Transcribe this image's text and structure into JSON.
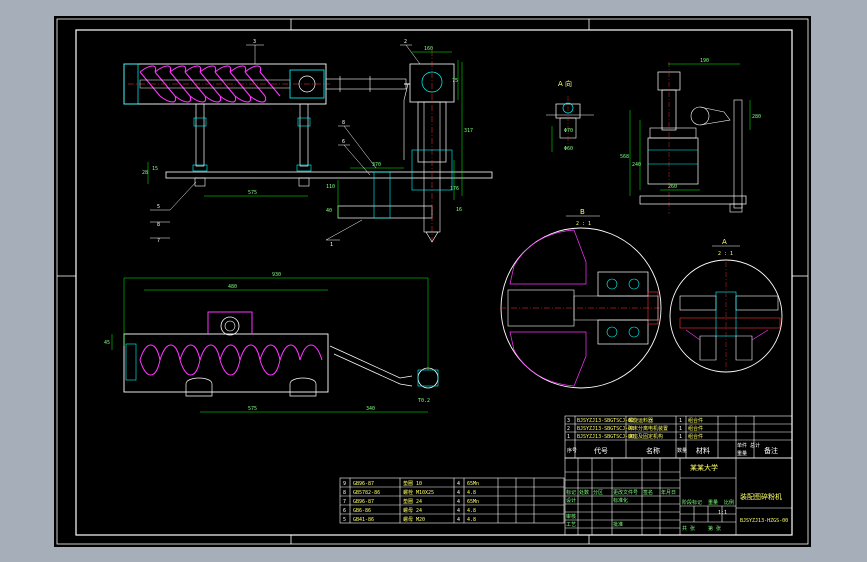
{
  "drawing": {
    "background": "#000000",
    "frame_color": "#ffffff",
    "dim_color": "#00ff00",
    "part_color": "#00ffff",
    "spring_color": "#ff00ff",
    "center_color": "#ff3333"
  },
  "main_view": {
    "balloons": [
      "3",
      "2",
      "6",
      "8",
      "5",
      "8",
      "7",
      "1"
    ],
    "dims": {
      "top_width": "160",
      "motor_h": "75",
      "shaft_h": "317",
      "base_len": "575",
      "rail_len": "370",
      "h1": "28",
      "h2": "15",
      "h3": "110",
      "h4": "40",
      "h5": "176",
      "side_gap": "16"
    }
  },
  "direction_label": "A 向",
  "a_view": {
    "dims": [
      "Φ70",
      "Φ60"
    ]
  },
  "right_view": {
    "dims": [
      "190",
      "280",
      "240",
      "568",
      "260"
    ]
  },
  "plan_view": {
    "dims": [
      "930",
      "480",
      "575",
      "340",
      "45",
      "T0.2"
    ]
  },
  "detail_views": [
    {
      "label": "B",
      "scale": "2 : 1"
    },
    {
      "label": "A",
      "scale": "2 : 1"
    }
  ],
  "parts_list_top": {
    "rows": [
      {
        "no": "3",
        "code": "BJSYZJ13-SBGTSCJ-02",
        "name": "螺旋运料器",
        "qty": "1",
        "material": "组合件"
      },
      {
        "no": "2",
        "code": "BJSYZJ13-SBGTSCJ-03",
        "name": "碎末分离电机装置",
        "qty": "1",
        "material": "组合件"
      },
      {
        "no": "1",
        "code": "BJSYZJ13-SBGTSCJ-00",
        "name": "底座及固定机构",
        "qty": "1",
        "material": "组合件"
      }
    ]
  },
  "parts_header": {
    "no": "序号",
    "code": "代号",
    "name": "名称",
    "qty": "数量",
    "material": "材料",
    "unit_weight": "单件 总计",
    "weight": "重量",
    "remark": "备注"
  },
  "parts_list_bottom": {
    "rows": [
      {
        "no": "9",
        "code": "GB96-87",
        "name": "垫圈 10",
        "qty": "4",
        "material": "65Mn"
      },
      {
        "no": "8",
        "code": "GB5782-86",
        "name": "螺栓 M10X25",
        "qty": "4",
        "material": "4.8"
      },
      {
        "no": "7",
        "code": "GB96-87",
        "name": "垫圈 24",
        "qty": "4",
        "material": "65Mn"
      },
      {
        "no": "6",
        "code": "GB6-86",
        "name": "螺母 24",
        "qty": "4",
        "material": "4.8"
      },
      {
        "no": "5",
        "code": "GB41-86",
        "name": "螺母 M20",
        "qty": "4",
        "material": "4.8"
      }
    ]
  },
  "title_block": {
    "company": "某某大学",
    "drawing_title": "装配图碎粉机",
    "drawing_no": "BJSYZJ13-HZGS-00",
    "sheet": "1:1",
    "row_labels": [
      "标记",
      "处数",
      "分区",
      "更改文件号",
      "签名",
      "年月日"
    ],
    "role_labels": [
      "设计",
      "标准化",
      "阶段标记",
      "重量",
      "比例"
    ],
    "approval_labels": [
      "审核",
      "工艺",
      "批准",
      "共 张",
      "第 张"
    ]
  }
}
